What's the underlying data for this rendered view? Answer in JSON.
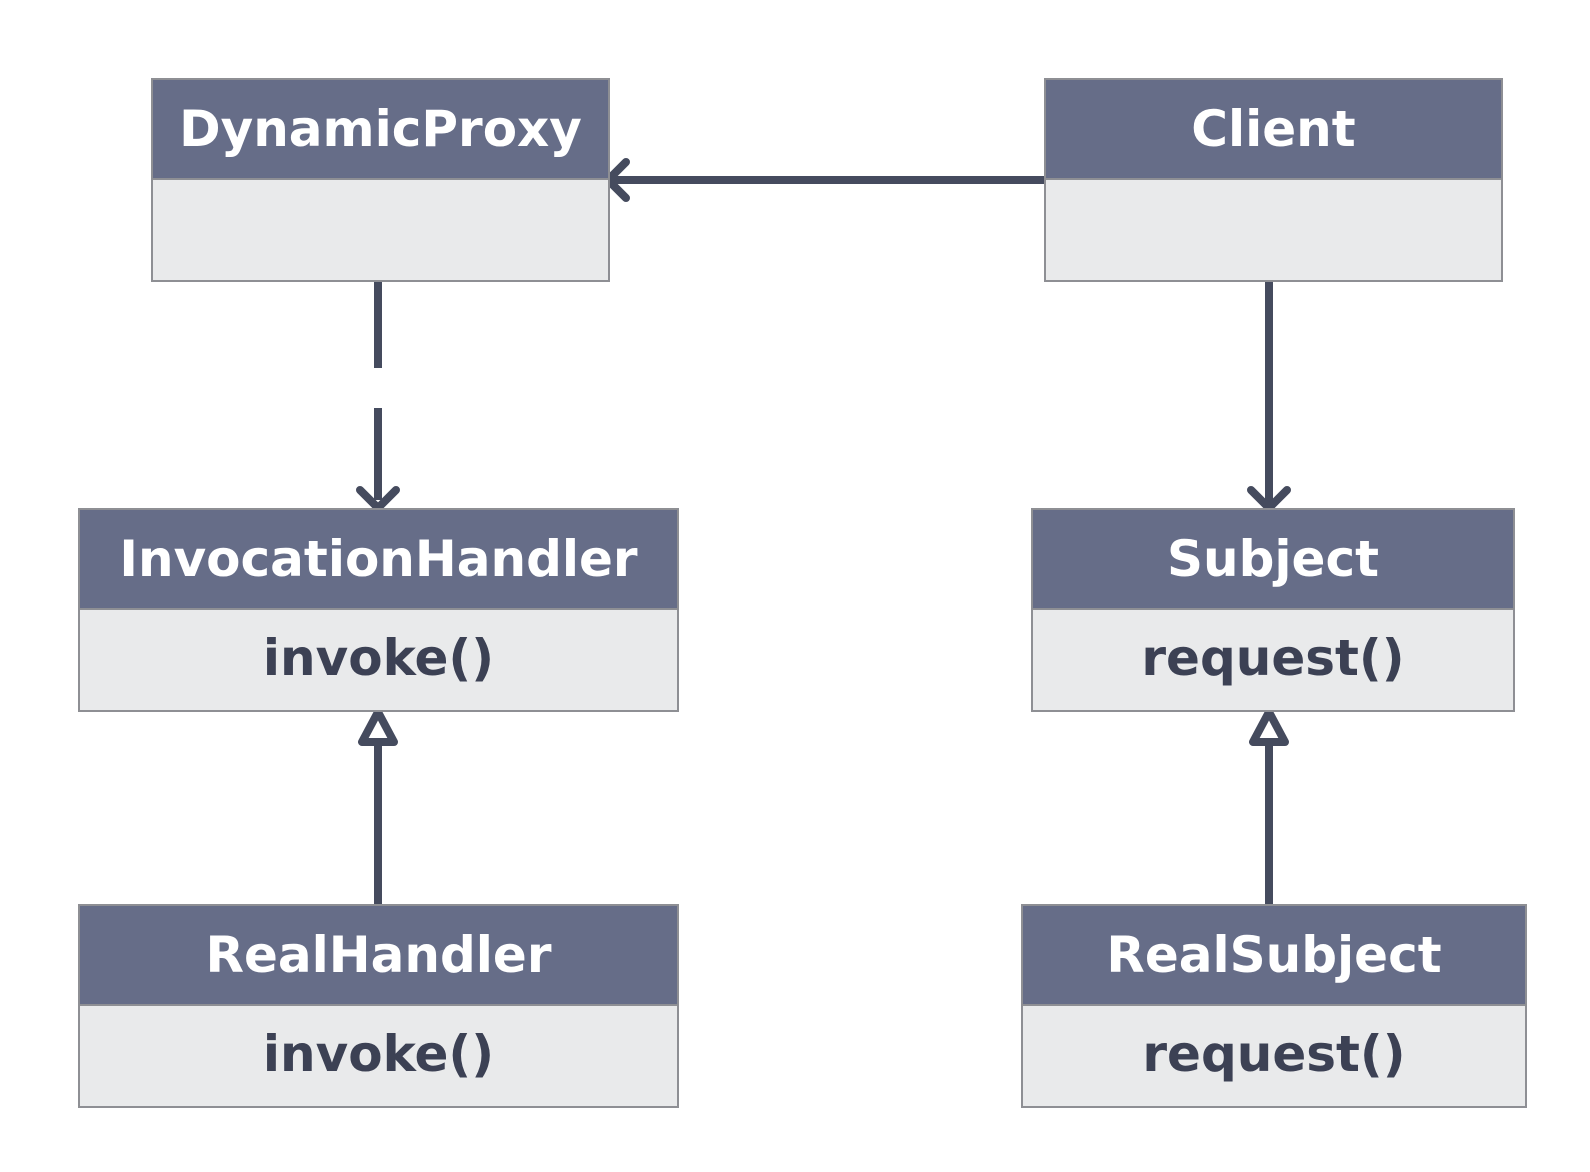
{
  "diagram": {
    "type": "uml-class-diagram",
    "colors": {
      "header": "#666d88",
      "body": "#e9eaeb",
      "border": "#8e8f94",
      "connector": "#454b5e",
      "header_text": "#ffffff",
      "body_text": "#3c4154"
    },
    "classes": {
      "dynamic_proxy": {
        "name": "DynamicProxy",
        "method": ""
      },
      "client": {
        "name": "Client",
        "method": ""
      },
      "invocation_handler": {
        "name": "InvocationHandler",
        "method": "invoke()"
      },
      "subject": {
        "name": "Subject",
        "method": "request()"
      },
      "real_handler": {
        "name": "RealHandler",
        "method": "invoke()"
      },
      "real_subject": {
        "name": "RealSubject",
        "method": "request()"
      }
    },
    "relations": [
      {
        "from": "Client",
        "to": "DynamicProxy",
        "kind": "association"
      },
      {
        "from": "DynamicProxy",
        "to": "InvocationHandler",
        "kind": "dependency"
      },
      {
        "from": "Client",
        "to": "Subject",
        "kind": "association"
      },
      {
        "from": "RealHandler",
        "to": "InvocationHandler",
        "kind": "realization"
      },
      {
        "from": "RealSubject",
        "to": "Subject",
        "kind": "realization"
      }
    ]
  }
}
